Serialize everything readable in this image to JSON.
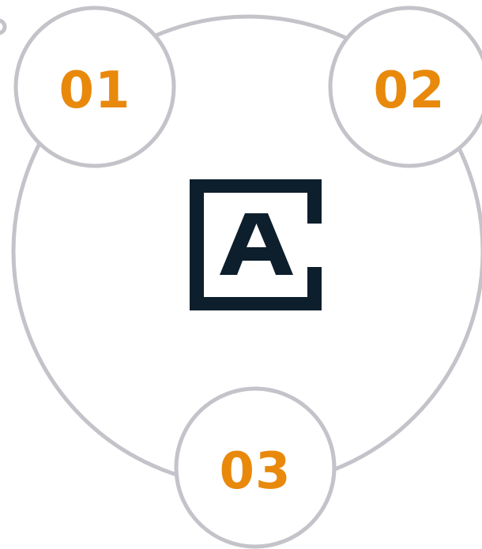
{
  "diagram": {
    "nodes": [
      {
        "label": "01"
      },
      {
        "label": "02"
      },
      {
        "label": "03"
      }
    ],
    "logo": {
      "letter": "A",
      "name": "bracket-a-logo"
    }
  },
  "colors": {
    "ring": "#c3c3c9",
    "label": "#e8890c",
    "logo": "#0d1e2c",
    "background": "#ffffff",
    "node_fill": "#ffffff"
  }
}
